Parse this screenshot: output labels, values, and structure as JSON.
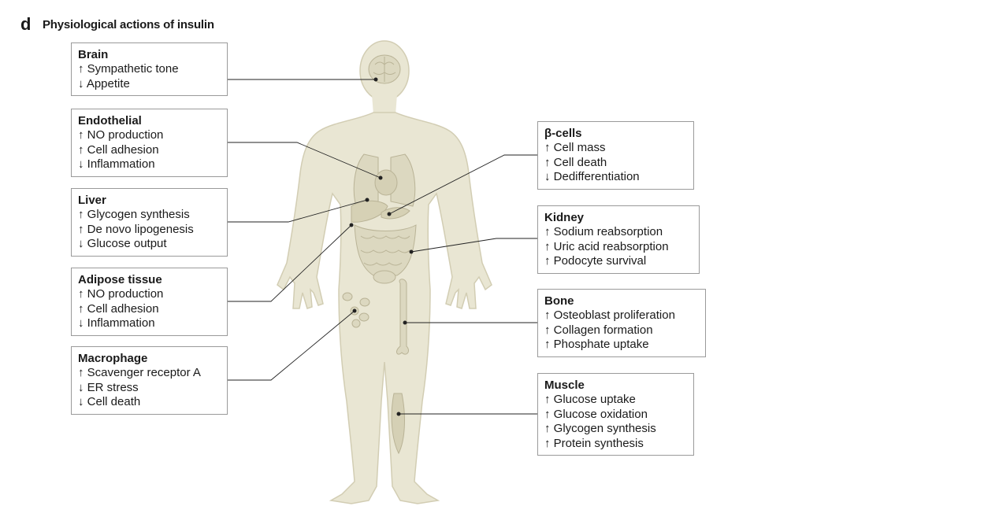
{
  "figure": {
    "panel_letter": "d",
    "title": "Physiological actions of insulin"
  },
  "boxes": {
    "brain": {
      "title": "Brain",
      "lines": [
        "↑ Sympathetic tone",
        "↓ Appetite"
      ]
    },
    "endothelial": {
      "title": "Endothelial",
      "lines": [
        "↑ NO production",
        "↑ Cell adhesion",
        "↓ Inflammation"
      ]
    },
    "liver": {
      "title": "Liver",
      "lines": [
        "↑ Glycogen synthesis",
        "↑ De novo lipogenesis",
        "↓ Glucose output"
      ]
    },
    "adipose": {
      "title": "Adipose tissue",
      "lines": [
        "↑ NO production",
        "↑ Cell adhesion",
        "↓ Inflammation"
      ]
    },
    "macrophage": {
      "title": "Macrophage",
      "lines": [
        "↑ Scavenger receptor A",
        "↓ ER stress",
        "↓ Cell death"
      ]
    },
    "beta_cells": {
      "title": "β-cells",
      "lines": [
        "↑ Cell mass",
        "↑ Cell death",
        "↓ Dedifferentiation"
      ]
    },
    "kidney": {
      "title": "Kidney",
      "lines": [
        "↑ Sodium reabsorption",
        "↑ Uric acid reabsorption",
        "↑ Podocyte survival"
      ]
    },
    "bone": {
      "title": "Bone",
      "lines": [
        "↑ Osteoblast proliferation",
        "↑ Collagen formation",
        "↑ Phosphate uptake"
      ]
    },
    "muscle": {
      "title": "Muscle",
      "lines": [
        "↑ Glucose uptake",
        "↑ Glucose oxidation",
        "↑ Glycogen synthesis",
        "↑ Protein synthesis"
      ]
    }
  },
  "colors": {
    "body_fill": "#e9e6d3",
    "body_stroke": "#d2cdb3",
    "organ_fill": "#dcd8c0",
    "organ_stroke": "#b9b396",
    "line": "#222222",
    "box_border": "#9a9a9a"
  }
}
